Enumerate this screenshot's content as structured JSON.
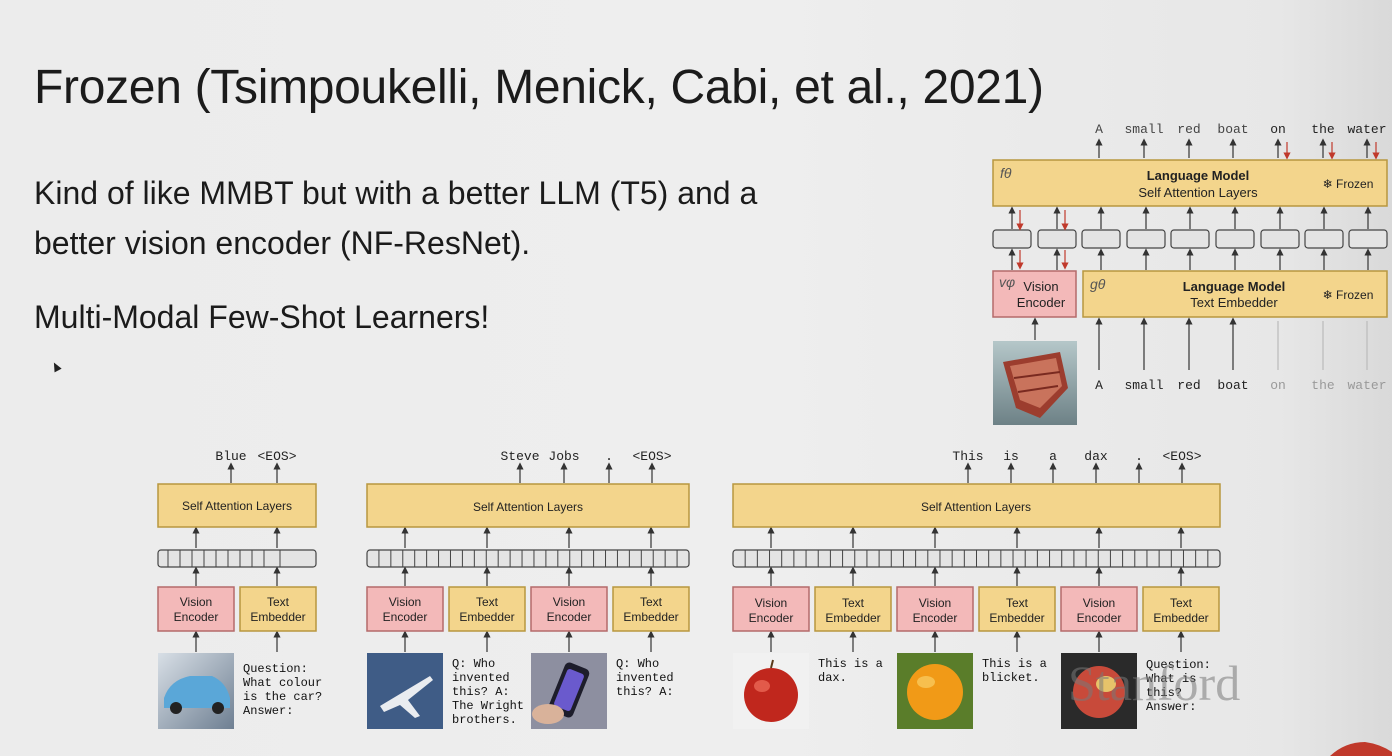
{
  "slide": {
    "title": "Frozen (Tsimpoukelli, Menick, Cabi, et al., 2021)",
    "bullets": [
      "Kind of like MMBT but with a better LLM (T5) and a",
      "better vision encoder (NF-ResNet).",
      "Multi-Modal Few-Shot Learners!"
    ],
    "watermark": "Stanford"
  },
  "arch": {
    "out_tokens": [
      "A",
      "small",
      "red",
      "boat",
      "on",
      "the",
      "water"
    ],
    "in_tokens": [
      "A",
      "small",
      "red",
      "boat",
      "on",
      "the",
      "water"
    ],
    "lm_top_title": "Language Model",
    "lm_top_sub": "Self Attention Layers",
    "lm_top_sym": "fθ",
    "frozen_label": "❄ Frozen",
    "vision_sym": "vφ",
    "vision_label_1": "Vision",
    "vision_label_2": "Encoder",
    "lm_bottom_title": "Language Model",
    "lm_bottom_sub": "Text Embedder",
    "lm_bottom_sym": "gθ"
  },
  "examples": {
    "self_attention": "Self Attention Layers",
    "vision_encoder": [
      "Vision",
      "Encoder"
    ],
    "text_embedder": [
      "Text",
      "Embedder"
    ],
    "ex1": {
      "outputs": [
        "Blue",
        "<EOS>"
      ],
      "prompt": [
        "Question:",
        "What colour",
        "is the car?",
        "Answer:"
      ]
    },
    "ex2": {
      "outputs": [
        "Steve",
        "Jobs",
        ".",
        "<EOS>"
      ],
      "prompt1": [
        "Q: Who",
        "invented",
        "this? A:",
        "The Wright",
        "brothers."
      ],
      "prompt2": [
        "Q: Who",
        "invented",
        "this? A:"
      ]
    },
    "ex3": {
      "outputs": [
        "This",
        "is",
        "a",
        "dax",
        ".",
        "<EOS>"
      ],
      "prompt1": [
        "This is a",
        "dax."
      ],
      "prompt2": [
        "This is a",
        "blicket."
      ],
      "prompt3": [
        "Question:",
        "What is",
        "this?",
        "Answer:"
      ]
    }
  },
  "colors": {
    "yellow": "#f3d58c",
    "yellow_border": "#b8973f",
    "pink": "#f3b9b9",
    "pink_border": "#b46a6a",
    "slot": "#e4e4e4",
    "arrow_red": "#c0392b"
  }
}
